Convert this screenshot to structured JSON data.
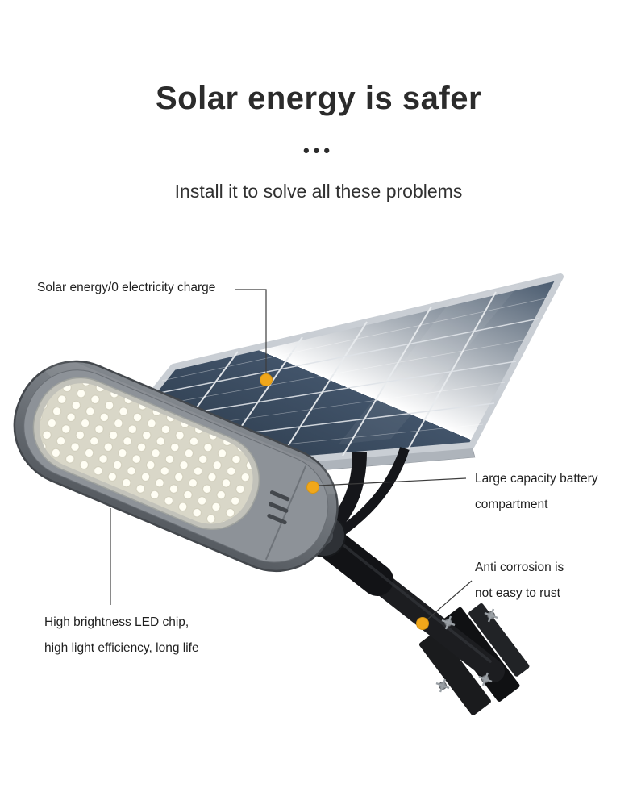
{
  "header": {
    "title": "Solar energy is safer",
    "separator": "•••",
    "subtitle": "Install it to solve all these problems"
  },
  "callouts": {
    "solar_energy": {
      "text": "Solar energy/0 electricity charge"
    },
    "battery": {
      "line1": "Large capacity battery",
      "line2": "compartment"
    },
    "anti_corrosion": {
      "line1": "Anti corrosion is",
      "line2": "not easy to rust"
    },
    "led_chip": {
      "line1": "High brightness LED chip,",
      "line2": "high light efficiency, long life"
    }
  },
  "colors": {
    "marker": "#F0A71B",
    "panel_cells": "#2e3c4e",
    "panel_frame": "#c9ced4",
    "lamp_body": "#6e7379",
    "pole": "#1c1d20"
  }
}
